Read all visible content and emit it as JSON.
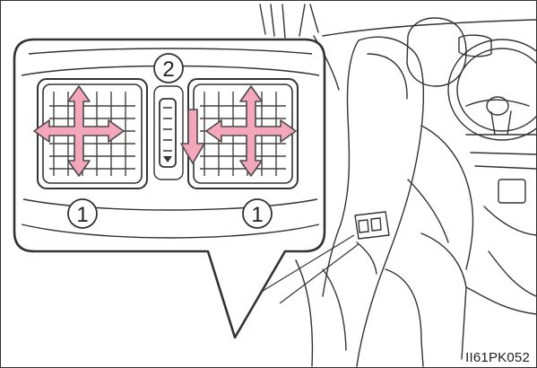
{
  "figure": {
    "callouts": {
      "vent_left": "1",
      "vent_right": "1",
      "louver_dial": "2"
    },
    "figure_code": "II61PK052",
    "colors": {
      "arrow": "#f4a6bb",
      "arrow_outline": "#4a4a4a",
      "line": "#333333",
      "background": "#ffffff"
    },
    "icons": [
      "four-way-arrow-icon",
      "down-arrow-icon",
      "air-vent-grille",
      "car-interior-illustration"
    ]
  }
}
